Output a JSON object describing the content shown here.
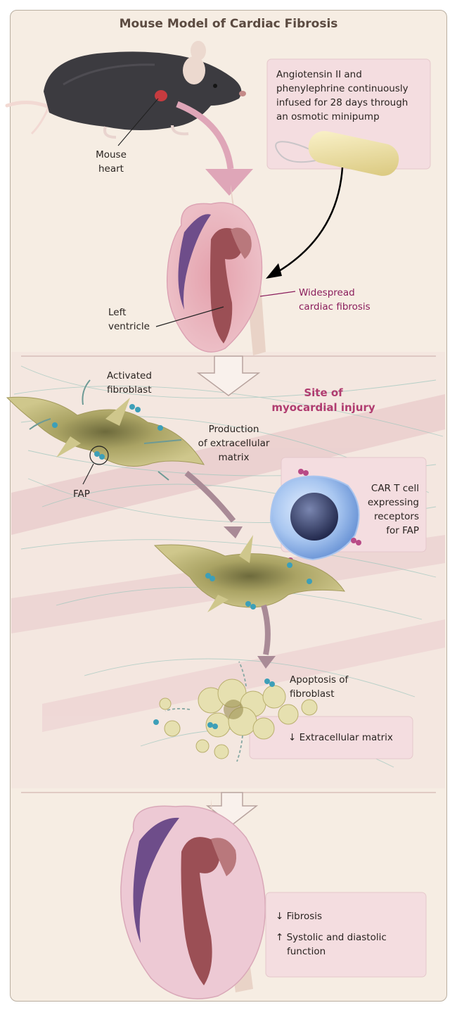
{
  "title": "Mouse Model of Cardiac Fibrosis",
  "labels": {
    "mouse_heart_1": "Mouse",
    "mouse_heart_2": "heart",
    "pump_1": "Angiotensin II and",
    "pump_2": "phenylephrine continuously",
    "pump_3": "infused for 28 days through",
    "pump_4": "an osmotic minipump",
    "lv_1": "Left",
    "lv_2": "ventricle",
    "fibrosis_1": "Widespread",
    "fibrosis_2": "cardiac fibrosis",
    "activated_1": "Activated",
    "activated_2": "fibroblast",
    "site_1": "Site of",
    "site_2": "myocardial injury",
    "production_1": "Production",
    "production_2": "of extracellular",
    "production_3": "matrix",
    "fap": "FAP",
    "cart_1": "CAR T cell",
    "cart_2": "expressing",
    "cart_3": "receptors",
    "cart_4": "for FAP",
    "apoptosis_1": "Apoptosis of",
    "apoptosis_2": "fibroblast",
    "ecm_down": "↓ Extracellular matrix",
    "fibrosis_down": "↓ Fibrosis",
    "function_up_1": "↑ Systolic and diastolic",
    "function_up_2": "function"
  },
  "colors": {
    "background": "#f6ede3",
    "heart_pink": "#e9b8c6",
    "fibroblast": "#c8c07a",
    "fap_receptor": "#3d9fb8",
    "car_receptor": "#b84a86",
    "tcell": "#7fa9e0",
    "accent_label": "#8a1d5c",
    "site_label": "#b03c70"
  }
}
